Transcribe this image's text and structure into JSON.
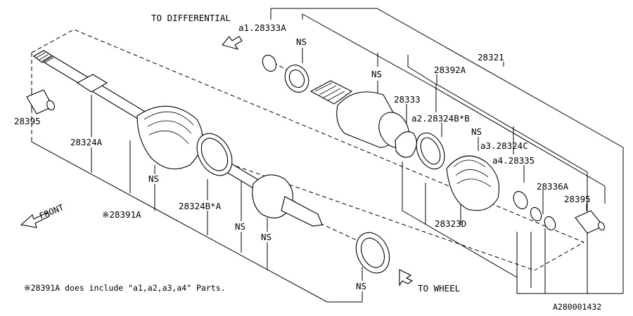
{
  "directions": {
    "to_differential": "TO DIFFERENTIAL",
    "to_wheel": "TO WHEEL",
    "front": "FRONT"
  },
  "parts": {
    "p28321": "28321",
    "a1_28333A": "a1.28333A",
    "p28392A": "28392A",
    "p28333": "28333",
    "a2_28324B_B": "a2.28324B*B",
    "a3_28324C": "a3.28324C",
    "a4_28335": "a4.28335",
    "p28336A": "28336A",
    "p28395_right": "28395",
    "p28395_left": "28395",
    "p28324A": "28324A",
    "p28391A": "※28391A",
    "p28324B_A": "28324B*A",
    "p28323D": "28323D"
  },
  "ns_label": "NS",
  "footnote": "※28391A does include \"a1,a2,a3,a4\" Parts.",
  "diagram_id": "A280001432"
}
